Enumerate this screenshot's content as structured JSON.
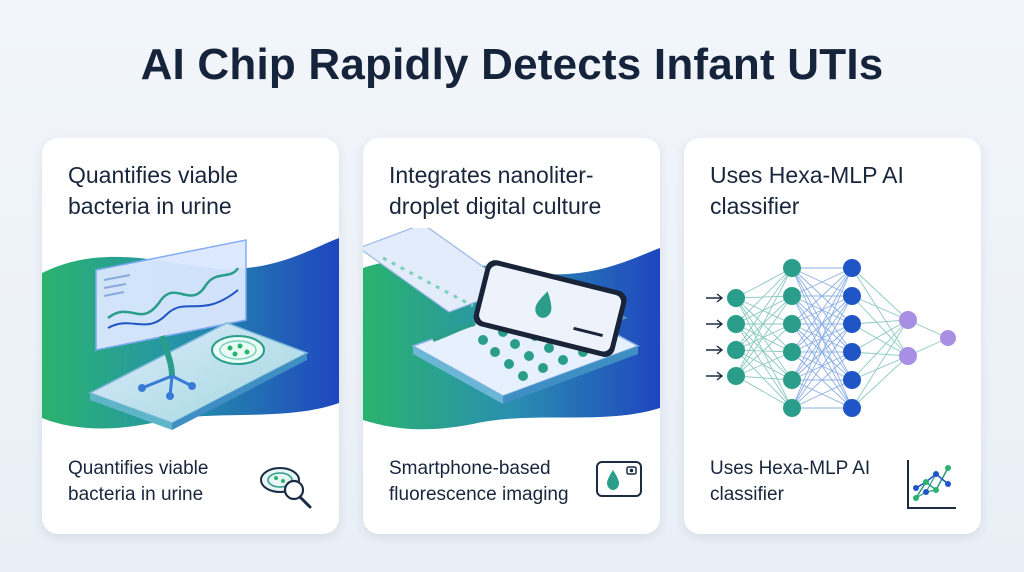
{
  "page": {
    "title": "AI Chip Rapidly Detects Infant UTIs"
  },
  "cards": [
    {
      "heading": "Quantifies viable bacteria in urine",
      "caption": "Quantifies viable bacteria in urine",
      "icon": "petri-dish-magnifier-icon"
    },
    {
      "heading": "Integrates nanoliter-droplet digital culture",
      "caption": "Smartphone-based fluorescence imaging",
      "icon": "phone-droplet-icon"
    },
    {
      "heading": "Uses Hexa-MLP AI classifier",
      "caption": "Uses Hexa-MLP AI classifier",
      "icon": "network-chart-icon"
    }
  ],
  "colors": {
    "blue": "#1f55c6",
    "teal": "#2a9e8a",
    "green": "#2ab36e",
    "violet": "#a98fe4",
    "ink": "#18263c"
  }
}
